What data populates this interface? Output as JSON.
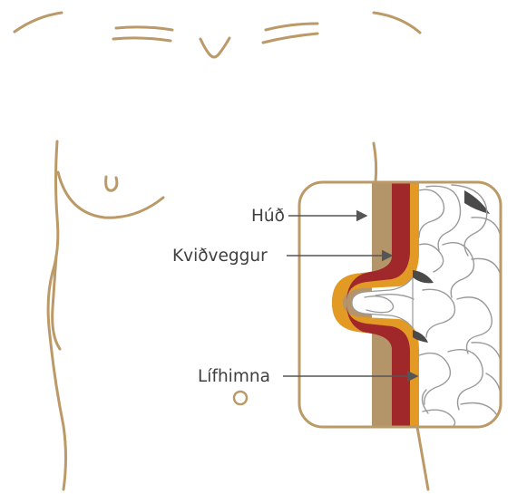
{
  "labels": {
    "skin": "Húð",
    "abdominal_wall": "Kviðveggur",
    "peritoneum": "Lífhimna"
  },
  "colors": {
    "outline": "#bb9a68",
    "skin_layer": "#b49469",
    "muscle_layer": "#a0272a",
    "peritoneum_layer": "#e39a24",
    "intestine_outline": "#9a9a9a",
    "shadow": "#4a4a4a",
    "label_text": "#3f3f3f",
    "arrow": "#555555"
  }
}
